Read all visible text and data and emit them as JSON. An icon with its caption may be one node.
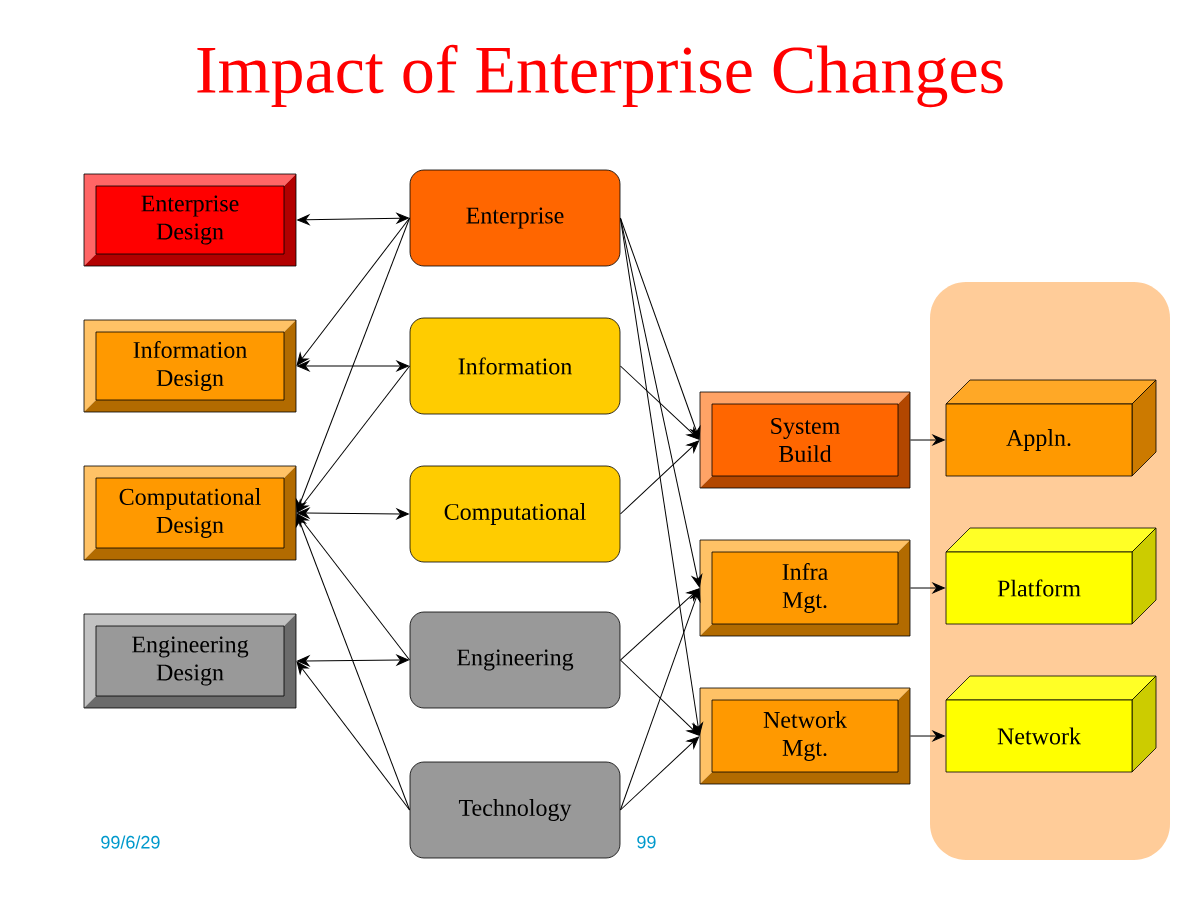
{
  "diagram": {
    "title": "Impact of Enterprise Changes",
    "nodes": [
      {
        "text": [
          "Enterprise Design"
        ]
      },
      {
        "text": [
          "Information Design"
        ]
      },
      {
        "text": [
          "Computational Design"
        ]
      },
      {
        "text": [
          "Engineering Design"
        ]
      },
      {
        "text": [
          "Enterprise"
        ]
      },
      {
        "text": [
          "Information"
        ]
      },
      {
        "text": [
          "Computational"
        ]
      },
      {
        "text": [
          "Engineering"
        ]
      },
      {
        "text": [
          "Technology"
        ]
      },
      {
        "text": [
          "System Build"
        ]
      },
      {
        "text": [
          "Infra Mgt."
        ]
      },
      {
        "text": [
          "Network Mgt."
        ]
      },
      {
        "text": [],
        "shape": "box"
      },
      {
        "text": [
          "Appln."
        ],
        "in": 12
      },
      {
        "text": [
          "Platform"
        ],
        "in": 12
      },
      {
        "text": [
          "Network"
        ],
        "in": 12
      }
    ],
    "edges": [
      {
        "from": 0,
        "to": 4,
        "arrow": "both"
      },
      {
        "from": 1,
        "to": 5,
        "arrow": "both"
      },
      {
        "from": 2,
        "to": 6,
        "arrow": "both"
      },
      {
        "from": 3,
        "to": 7,
        "arrow": "both"
      },
      {
        "from": 4,
        "to": 1,
        "arrow": "to"
      },
      {
        "from": 4,
        "to": 2,
        "arrow": "to"
      },
      {
        "from": 5,
        "to": 2,
        "arrow": "to"
      },
      {
        "from": 7,
        "to": 2,
        "arrow": "to"
      },
      {
        "from": 8,
        "to": 2,
        "arrow": "to"
      },
      {
        "from": 8,
        "to": 3,
        "arrow": "to"
      },
      {
        "from": 4,
        "to": 9,
        "arrow": "to"
      },
      {
        "from": 4,
        "to": 10,
        "arrow": "to"
      },
      {
        "from": 4,
        "to": 11,
        "arrow": "to"
      },
      {
        "from": 5,
        "to": 9,
        "arrow": "to"
      },
      {
        "from": 6,
        "to": 9,
        "arrow": "to"
      },
      {
        "from": 7,
        "to": 10,
        "arrow": "to"
      },
      {
        "from": 7,
        "to": 11,
        "arrow": "to"
      },
      {
        "from": 8,
        "to": 10,
        "arrow": "to"
      },
      {
        "from": 8,
        "to": 11,
        "arrow": "to"
      },
      {
        "from": 9,
        "to": 13,
        "arrow": "to"
      },
      {
        "from": 10,
        "to": 14,
        "arrow": "to"
      },
      {
        "from": 11,
        "to": 15,
        "arrow": "to"
      }
    ],
    "labels": [
      "99/6/29",
      "99"
    ]
  }
}
